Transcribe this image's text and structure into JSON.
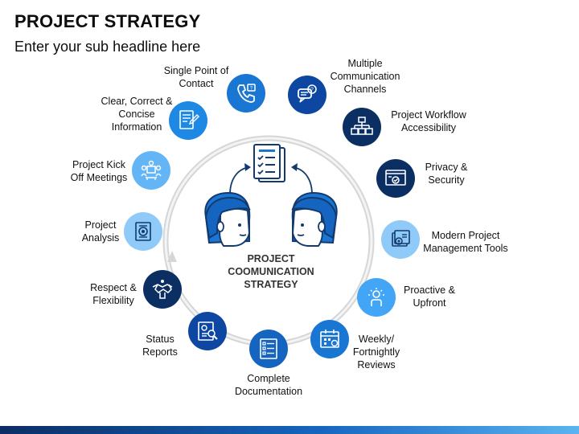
{
  "header": {
    "title": "PROJECT STRATEGY",
    "subtitle": "Enter your sub headline here"
  },
  "center": {
    "label_line1": "PROJECT",
    "label_line2": "COOMUNICATION",
    "label_line3": "STRATEGY"
  },
  "items": [
    {
      "label_lines": [
        "Single Point of",
        "Contact"
      ],
      "icon": "phone-icon",
      "color": "#1976d2"
    },
    {
      "label_lines": [
        "Multiple",
        "Communication",
        "Channels"
      ],
      "icon": "chat-icon",
      "color": "#0d47a1"
    },
    {
      "label_lines": [
        "Project Workflow",
        "Accessibility"
      ],
      "icon": "workflow-icon",
      "color": "#0b2e63"
    },
    {
      "label_lines": [
        "Privacy &",
        "Security"
      ],
      "icon": "security-icon",
      "color": "#0b2e63"
    },
    {
      "label_lines": [
        "Modern Project",
        "Management Tools"
      ],
      "icon": "tools-icon",
      "color": "#90caf9"
    },
    {
      "label_lines": [
        "Proactive &",
        "Upfront"
      ],
      "icon": "idea-icon",
      "color": "#42a5f5"
    },
    {
      "label_lines": [
        "Weekly/",
        "Fortnightly",
        "Reviews"
      ],
      "icon": "calendar-icon",
      "color": "#1976d2"
    },
    {
      "label_lines": [
        "Complete",
        "Documentation"
      ],
      "icon": "checklist-icon",
      "color": "#1565c0"
    },
    {
      "label_lines": [
        "Status",
        "Reports"
      ],
      "icon": "report-icon",
      "color": "#0d47a1"
    },
    {
      "label_lines": [
        "Respect &",
        "Flexibility"
      ],
      "icon": "handshake-icon",
      "color": "#0b2e63"
    },
    {
      "label_lines": [
        "Project",
        "Analysis"
      ],
      "icon": "analysis-icon",
      "color": "#90caf9"
    },
    {
      "label_lines": [
        "Project Kick",
        "Off Meetings"
      ],
      "icon": "meeting-icon",
      "color": "#64b5f6"
    },
    {
      "label_lines": [
        "Clear, Correct &",
        "Concise",
        "Information"
      ],
      "icon": "document-icon",
      "color": "#1e88e5"
    }
  ],
  "theme": {
    "dark_navy": "#0b2e63",
    "blue": "#1976d2",
    "light_blue": "#90caf9",
    "ring_color": "#cfcfcf"
  }
}
